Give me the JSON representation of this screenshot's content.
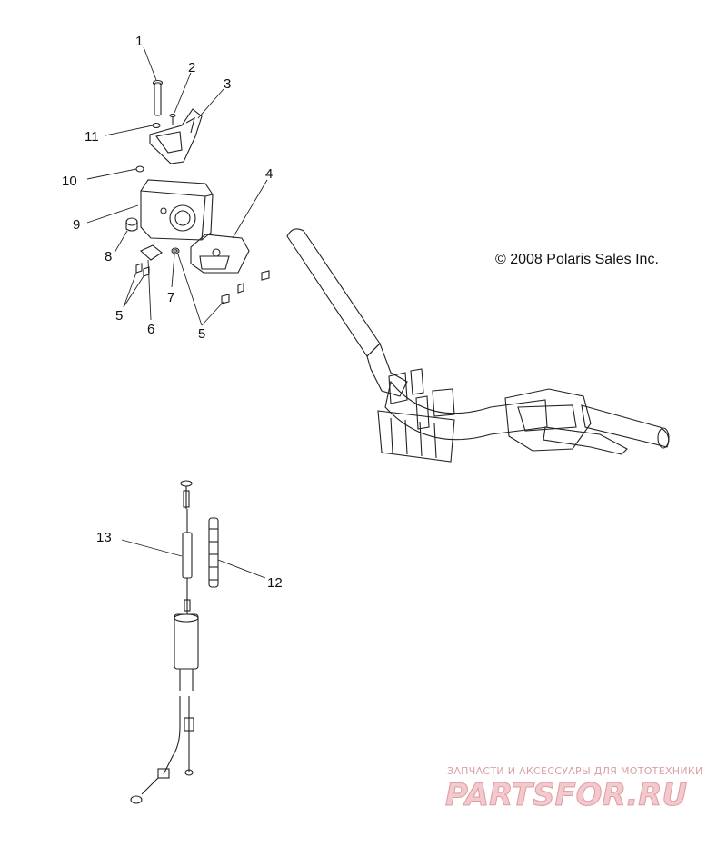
{
  "copyright": "© 2008 Polaris Sales Inc.",
  "callouts": [
    "1",
    "2",
    "3",
    "11",
    "10",
    "4",
    "9",
    "8",
    "7",
    "5",
    "6",
    "5",
    "13",
    "12"
  ],
  "watermark": {
    "top_line": "ЗАПЧАСТИ И АКСЕССУАРЫ ДЛЯ МОТОТЕХНИКИ",
    "brand": "PARTSFOR.RU"
  },
  "colors": {
    "line": "#222222",
    "watermark": "#e29aa0",
    "background": "#ffffff"
  }
}
